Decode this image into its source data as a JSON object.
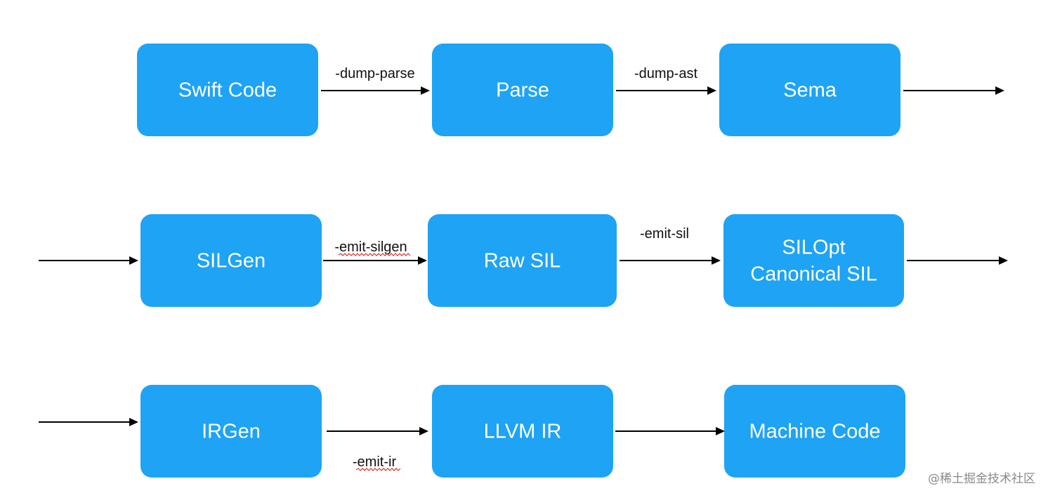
{
  "nodes": [
    {
      "id": "swift-code",
      "lines": [
        "Swift Code"
      ]
    },
    {
      "id": "parse",
      "lines": [
        "Parse"
      ]
    },
    {
      "id": "sema",
      "lines": [
        "Sema"
      ]
    },
    {
      "id": "silgen",
      "lines": [
        "SILGen"
      ]
    },
    {
      "id": "raw-sil",
      "lines": [
        "Raw SIL"
      ]
    },
    {
      "id": "silopt",
      "lines": [
        "SILOpt",
        "Canonical SIL"
      ]
    },
    {
      "id": "irgen",
      "lines": [
        "IRGen"
      ]
    },
    {
      "id": "llvm-ir",
      "lines": [
        "LLVM IR"
      ]
    },
    {
      "id": "machine-code",
      "lines": [
        "Machine Code"
      ]
    }
  ],
  "edges": [
    {
      "from": "swift-code",
      "to": "parse",
      "label": "-dump-parse"
    },
    {
      "from": "parse",
      "to": "sema",
      "label": "-dump-ast"
    },
    {
      "from": "sema",
      "to": "",
      "label": ""
    },
    {
      "from": "",
      "to": "silgen",
      "label": ""
    },
    {
      "from": "silgen",
      "to": "raw-sil",
      "label": "-emit-silgen"
    },
    {
      "from": "raw-sil",
      "to": "silopt",
      "label": "-emit-sil"
    },
    {
      "from": "silopt",
      "to": "",
      "label": ""
    },
    {
      "from": "",
      "to": "irgen",
      "label": ""
    },
    {
      "from": "irgen",
      "to": "llvm-ir",
      "label": "-emit-ir"
    },
    {
      "from": "llvm-ir",
      "to": "machine-code",
      "label": ""
    }
  ],
  "watermark": "@稀土掘金技术社区",
  "colors": {
    "node_fill": "#1ea3f5",
    "node_text": "#ffffff",
    "edge": "#000000"
  }
}
